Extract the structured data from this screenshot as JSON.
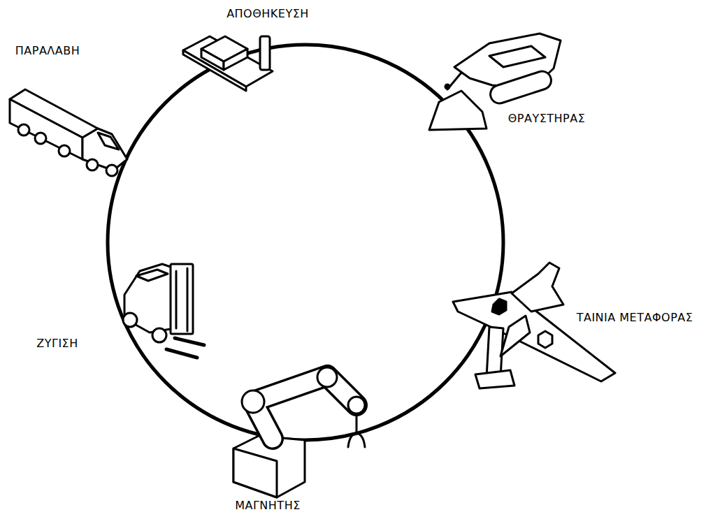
{
  "diagram": {
    "labels": [
      "ΑΠΟΘΗΚΕΥΣΗ",
      "ΠΑΡΑΛΑΒΗ",
      "ΘΡΑΥΣΤΗΡΑΣ",
      "ΤΑΙΝΙΑ ΜΕΤΑΦΟΡΑΣ",
      "ΖΥΓΙΣΗ",
      "ΜΑΓΝΗΤΗΣ"
    ]
  }
}
